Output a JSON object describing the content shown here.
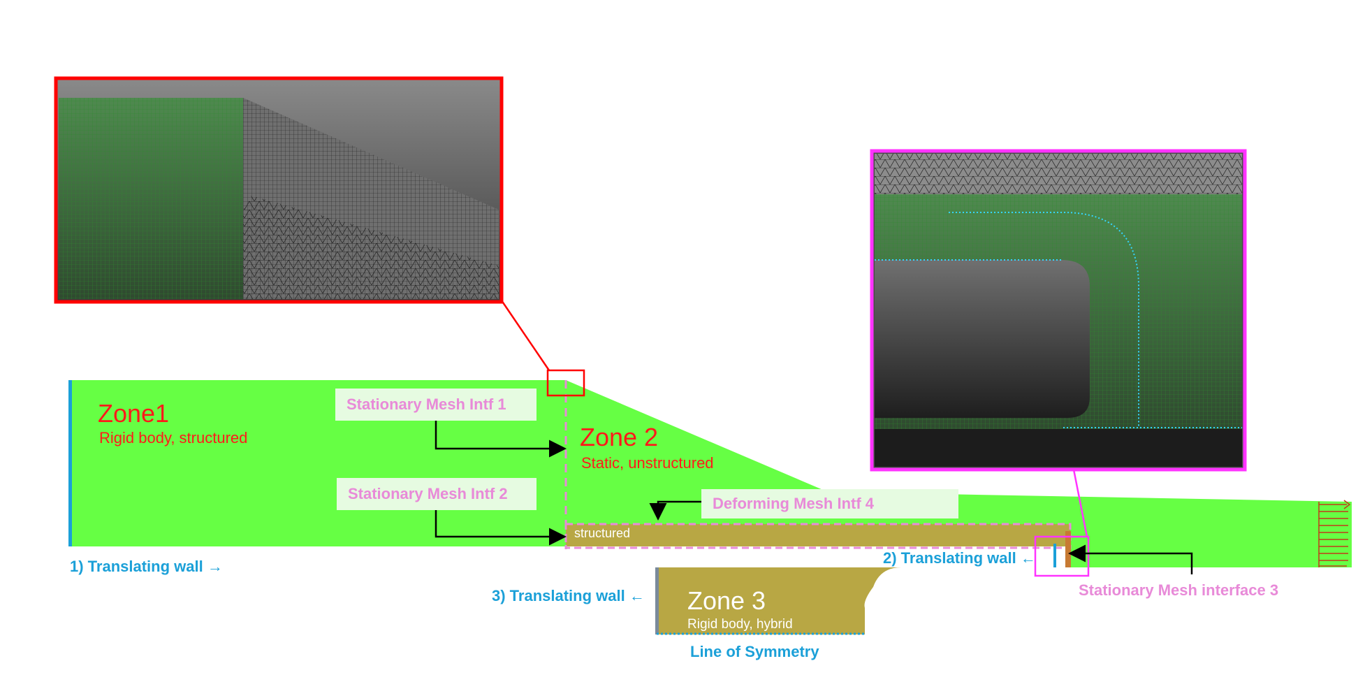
{
  "colors": {
    "fluid": "#66ff44",
    "zone3_solid": "#b8a744",
    "wall_blue": "#1ba0d8",
    "interface_pink": "#e88ad8",
    "zone_red": "#ff1a1a",
    "inset_border_red": "#ff0000",
    "inset_border_magenta": "#ff33ff",
    "arrow": "#000000"
  },
  "zones": {
    "zone1": {
      "title": "Zone1",
      "subtitle": "Rigid body, structured"
    },
    "zone2": {
      "title": "Zone 2",
      "subtitle": "Static, unstructured"
    },
    "zone3": {
      "title": "Zone 3",
      "subtitle": "Rigid body, hybrid"
    }
  },
  "interfaces": {
    "intf1": "Stationary Mesh Intf 1",
    "intf2": "Stationary Mesh Intf 2",
    "intf3": "Stationary Mesh interface 3",
    "intf4": "Deforming Mesh Intf 4"
  },
  "walls": {
    "wall1": "1) Translating wall →",
    "wall2": "2) Translating wall ←",
    "wall3": "3) Translating wall ←"
  },
  "labels": {
    "structured": "structured",
    "symmetry": "Line of Symmetry"
  },
  "icons": {
    "outlet": "velocity-arrows-icon"
  }
}
